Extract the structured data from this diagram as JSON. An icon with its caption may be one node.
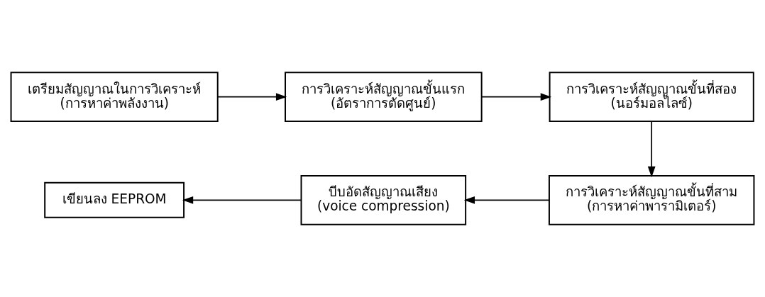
{
  "diagram": {
    "nodes": [
      {
        "text": [
          "เตรียมสัญญาณในการวิเคราะห์",
          "(การหาค่าพลังงาน)"
        ]
      },
      {
        "text": [
          "การวิเคราะห์สัญญาณขั้นแรก",
          "(อัตราการตัดศูนย์)"
        ]
      },
      {
        "text": [
          "การวิเคราะห์สัญญาณขั้นที่สอง",
          "(นอร์มอลไลซ์)"
        ]
      },
      {
        "text": [
          "การวิเคราะห์สัญญาณขั้นที่สาม",
          "(การหาค่าพารามิเตอร์)"
        ]
      },
      {
        "text": [
          "บีบอัดสัญญาณเสียง",
          "(voice compression)"
        ]
      },
      {
        "text": [
          "เขียนลง EEPROM"
        ]
      }
    ],
    "edges": [
      {
        "from": 0,
        "to": 1,
        "arrow": "to"
      },
      {
        "from": 1,
        "to": 2,
        "arrow": "to"
      },
      {
        "from": 2,
        "to": 3,
        "arrow": "to"
      },
      {
        "from": 3,
        "to": 4,
        "arrow": "to"
      },
      {
        "from": 4,
        "to": 5,
        "arrow": "to"
      }
    ]
  }
}
